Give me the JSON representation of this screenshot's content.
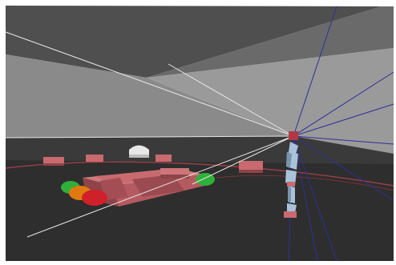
{
  "scene": {
    "type": "3d-simulation-viewport",
    "colors": {
      "frame": "#ffffff",
      "ceiling": "#4f4f4f",
      "upper_wall": "#6b6b6b",
      "wall": "#8a8a8a",
      "wall_light": "#9a9a9a",
      "floor": "#2e2e2e",
      "floor_far": "#3a3a3a",
      "marker": "#c86a6e",
      "marker_dark": "#8e4448",
      "boundary_ring": "#9a4046",
      "white_ray": "#e6e6e6",
      "blue_ray": "#2f2f9a",
      "robot": "#a9c2dc",
      "robot_dark": "#7a93ad",
      "sensor_head": "#b03a44",
      "green_obj": "#2fb03a",
      "orange_obj": "#e07a10",
      "red_obj": "#d0202a",
      "white_dome": "#e8e8e8"
    },
    "entities": [
      {
        "kind": "humanoid-robot",
        "color": "robot"
      },
      {
        "kind": "sensor-origin",
        "color": "sensor_head"
      },
      {
        "kind": "white-dome",
        "color": "white_dome"
      },
      {
        "kind": "block-cluster",
        "color": "marker"
      },
      {
        "kind": "sphere",
        "color": "green_obj"
      },
      {
        "kind": "sphere",
        "color": "orange_obj"
      },
      {
        "kind": "sphere",
        "color": "red_obj"
      }
    ]
  }
}
